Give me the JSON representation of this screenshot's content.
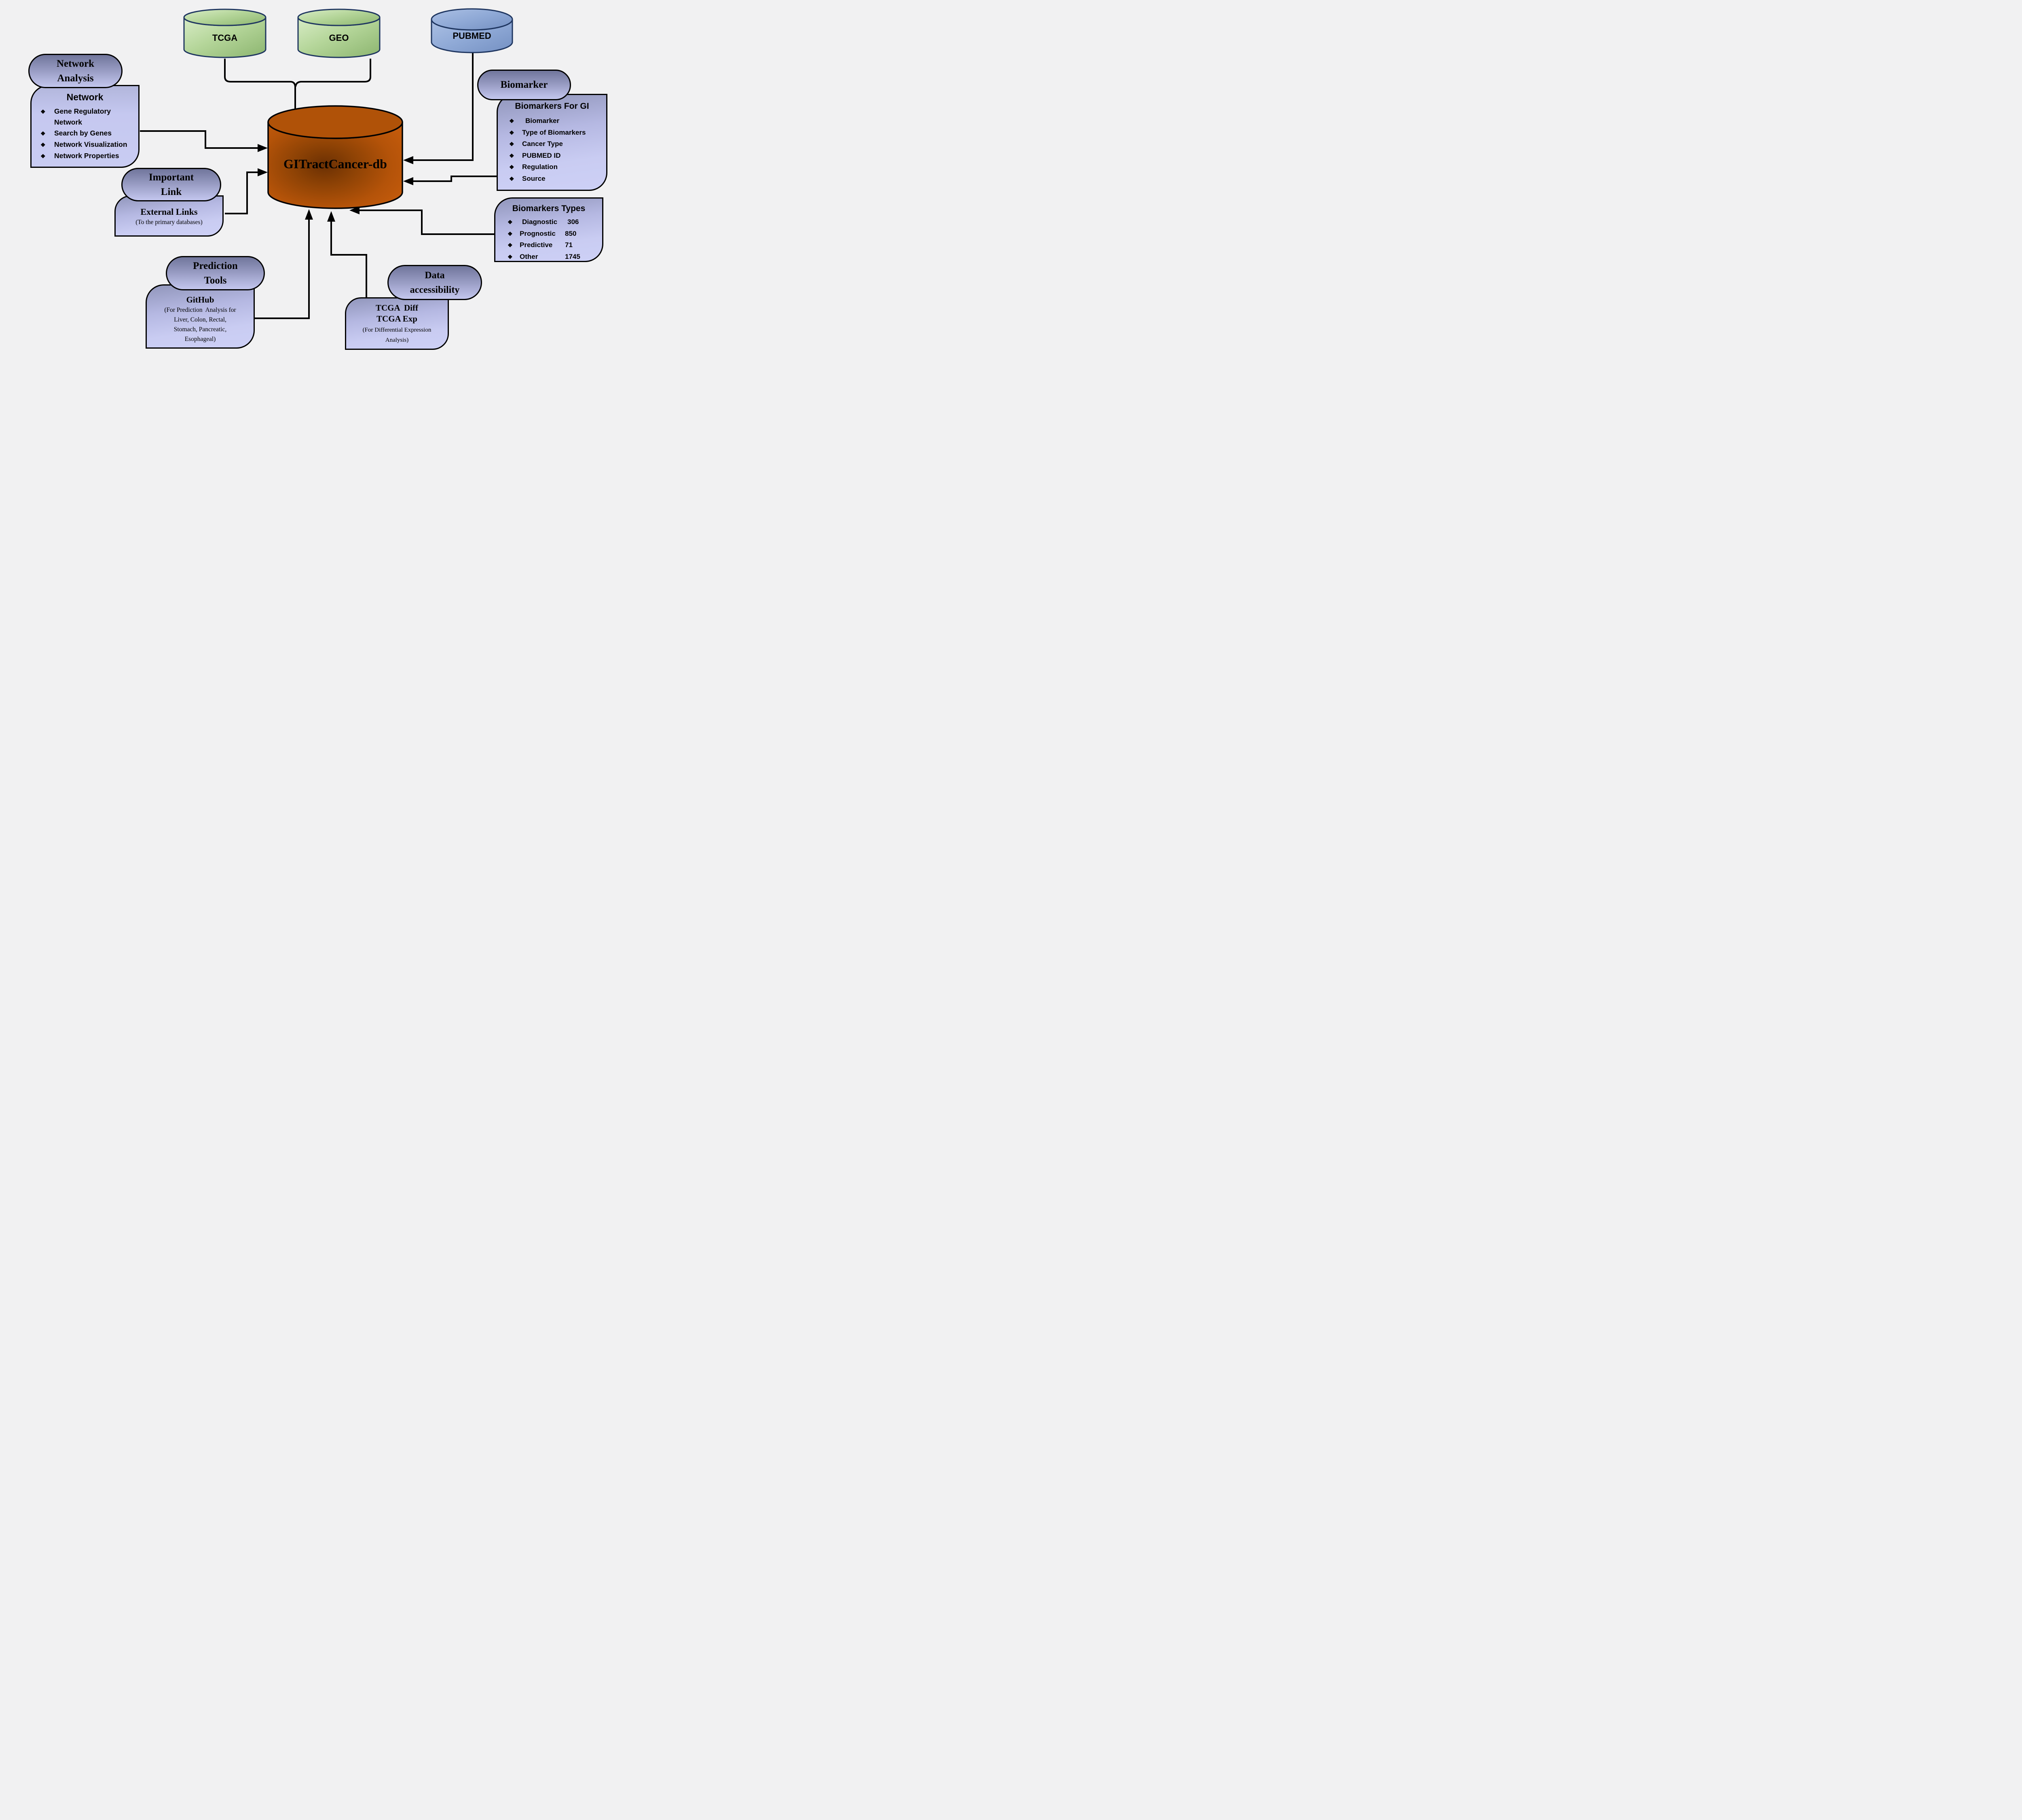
{
  "background": "#f1f1f2",
  "bullet_glyph": "❖",
  "colors": {
    "source_green": "#9cc27e",
    "source_blue": "#8aa5d3",
    "center_orange": "#c2580a",
    "panel_purple": "#c9ccf2",
    "pill_dark_purple": "#70759b",
    "stroke_navy": "#1f3660",
    "stroke_black": "#000000"
  },
  "sources": {
    "tcga": "TCGA",
    "geo": "GEO",
    "pubmed": "PUBMED"
  },
  "center": {
    "label": "GITractCancer-db"
  },
  "network": {
    "pill_line1": "Network",
    "pill_line2": "Analysis",
    "title": "Network",
    "items": [
      "Gene Regulatory Network",
      "Search by Genes",
      "Network Visualization",
      "Network Properties"
    ]
  },
  "important_link": {
    "pill_line1": "Important",
    "pill_line2": "Link",
    "title": "External Links",
    "subtitle": "(To the primary databases)"
  },
  "prediction": {
    "pill_line1": "Prediction",
    "pill_line2": "Tools",
    "title": "GitHub",
    "subtitle_lines": [
      "(For Prediction  Analysis for",
      "Liver, Colon, Rectal,",
      "Stomach, Pancreatic,",
      "Esophageal)"
    ]
  },
  "data_accessibility": {
    "pill_line1": "Data",
    "pill_line2": "accessibility",
    "title_line1": "TCGA  Diff",
    "title_line2": "TCGA Exp",
    "subtitle_lines": [
      "(For Differential Expression",
      "Analysis)"
    ]
  },
  "biomarker": {
    "pill": "Biomarker",
    "title": "Biomarkers For GI",
    "items": [
      "Biomarker",
      "Type of Biomarkers",
      "Cancer Type",
      "PUBMED ID",
      "Regulation",
      "Source"
    ]
  },
  "biomarker_types": {
    "title": "Biomarkers Types",
    "items": [
      {
        "label": "Diagnostic",
        "value": "306"
      },
      {
        "label": "Prognostic",
        "value": "850"
      },
      {
        "label": "Predictive",
        "value": "71"
      },
      {
        "label": "Other",
        "value": "1745"
      }
    ]
  }
}
